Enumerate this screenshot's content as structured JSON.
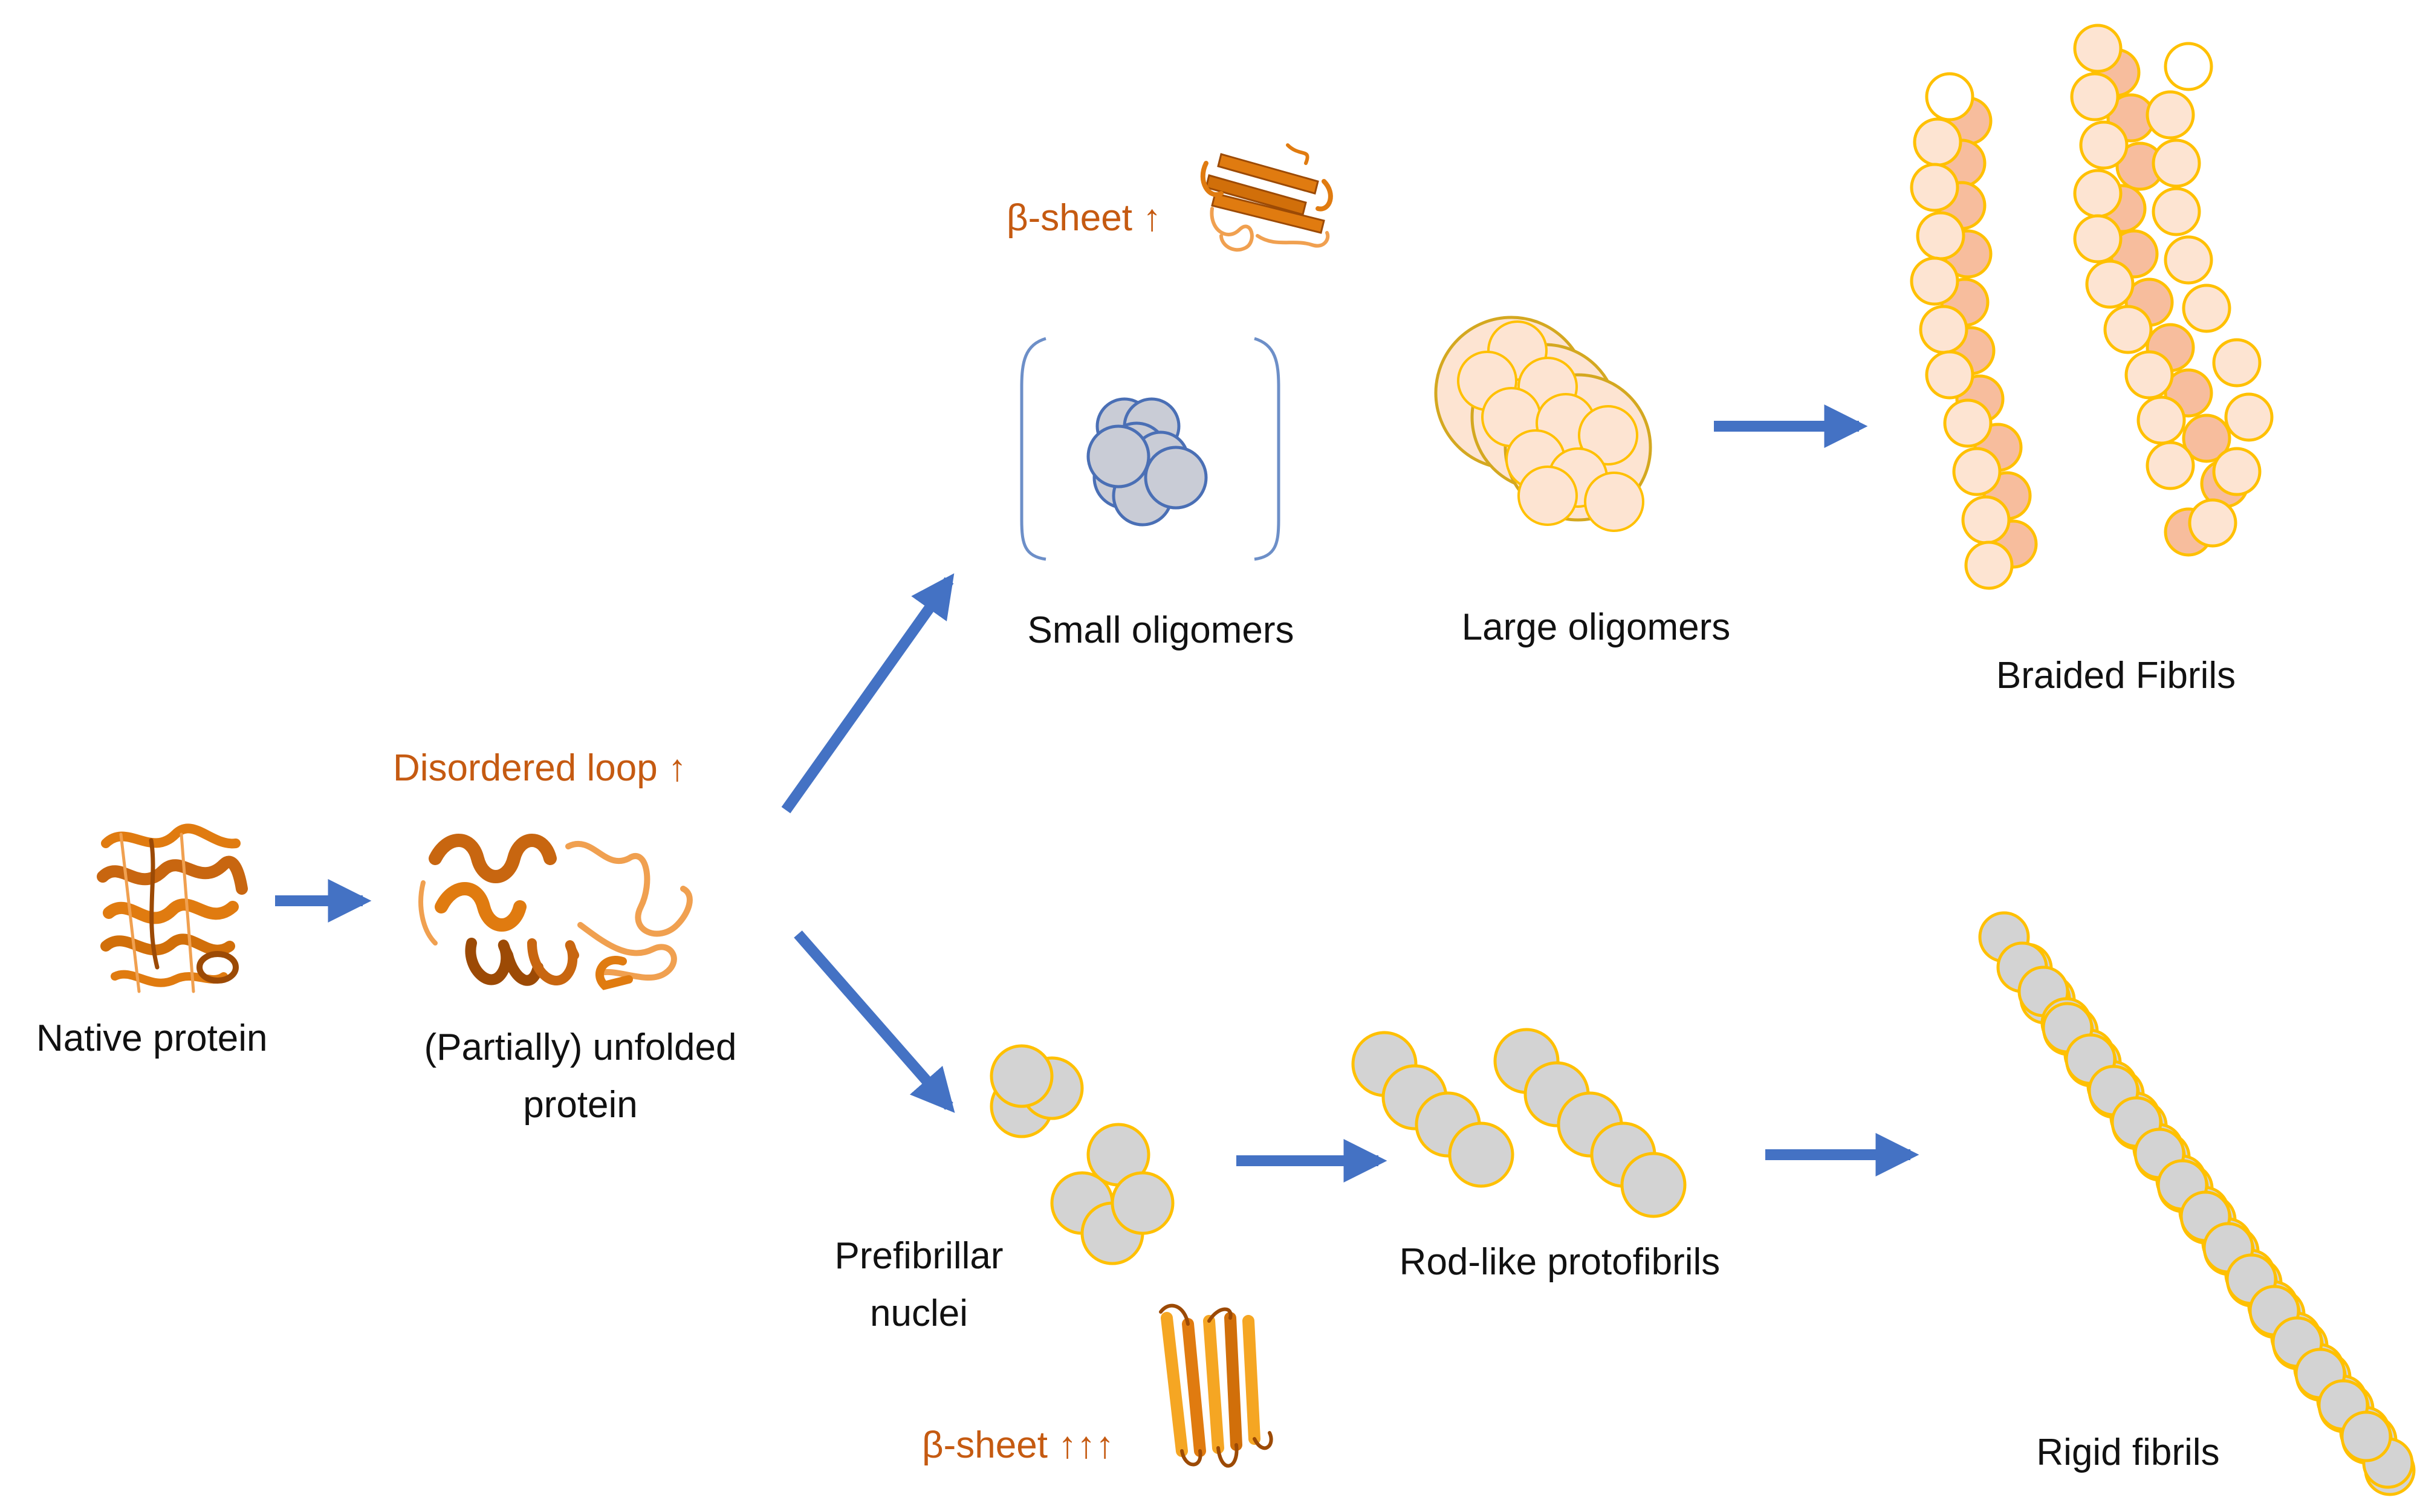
{
  "colors": {
    "arrow": "#4472c4",
    "annotation": "#c55a11",
    "protein": "#e07b10",
    "protein_dark": "#9c4a05",
    "fibril_fill": "#fde4d2",
    "fibril_fill_dark": "#f7bd9d",
    "fibril_stroke": "#ffc000",
    "grey_fill": "#d3d3d3",
    "grey_stroke_yellow": "#ffc000",
    "small_oligomer_fill": "#c9ccd6",
    "small_oligomer_stroke": "#4a6fb5"
  },
  "labels": {
    "native_protein": "Native protein",
    "unfolded_line1": "(Partially) unfolded",
    "unfolded_line2": "protein",
    "small_oligomers": "Small oligomers",
    "large_oligomers": "Large oligomers",
    "braided_fibrils": "Braided Fibrils",
    "prefibrillar_line1": "Prefibrillar",
    "prefibrillar_line2": "nuclei",
    "rod_like": "Rod-like protofibrils",
    "rigid_fibrils": "Rigid fibrils"
  },
  "annotations": {
    "disordered_loop": "Disordered loop ↑",
    "beta_sheet_up": "β-sheet ↑",
    "beta_sheet_up3": "β-sheet ↑↑↑"
  },
  "icons": {
    "native": "native-protein-structure-icon",
    "unfolded": "unfolded-protein-structure-icon",
    "beta_small": "beta-sheet-structure-icon",
    "beta_large": "beta-sheet-stack-structure-icon"
  }
}
